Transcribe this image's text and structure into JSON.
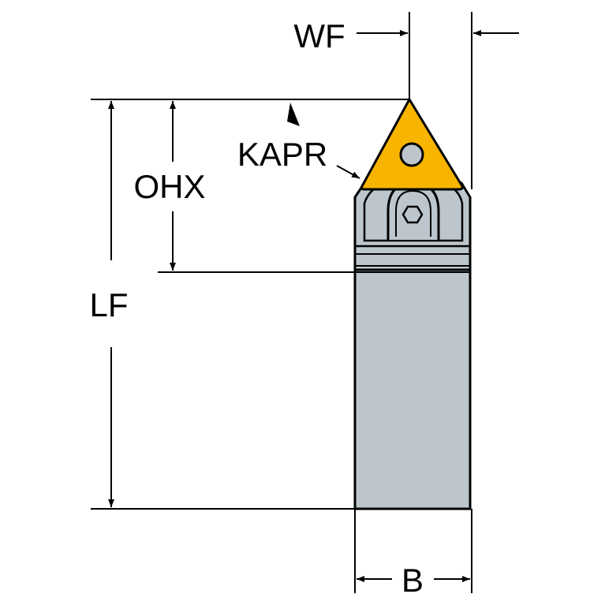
{
  "labels": {
    "wf": "WF",
    "kapr": "KAPR",
    "ohx": "OHX",
    "lf": "LF",
    "b": "B"
  },
  "colors": {
    "insert": "#f7b500",
    "holder": "#bcc6cc",
    "outline": "#000000",
    "background": "#ffffff"
  },
  "icons": {
    "screw": "hexagon-socket-screw-icon",
    "pin": "center-pin-icon"
  }
}
